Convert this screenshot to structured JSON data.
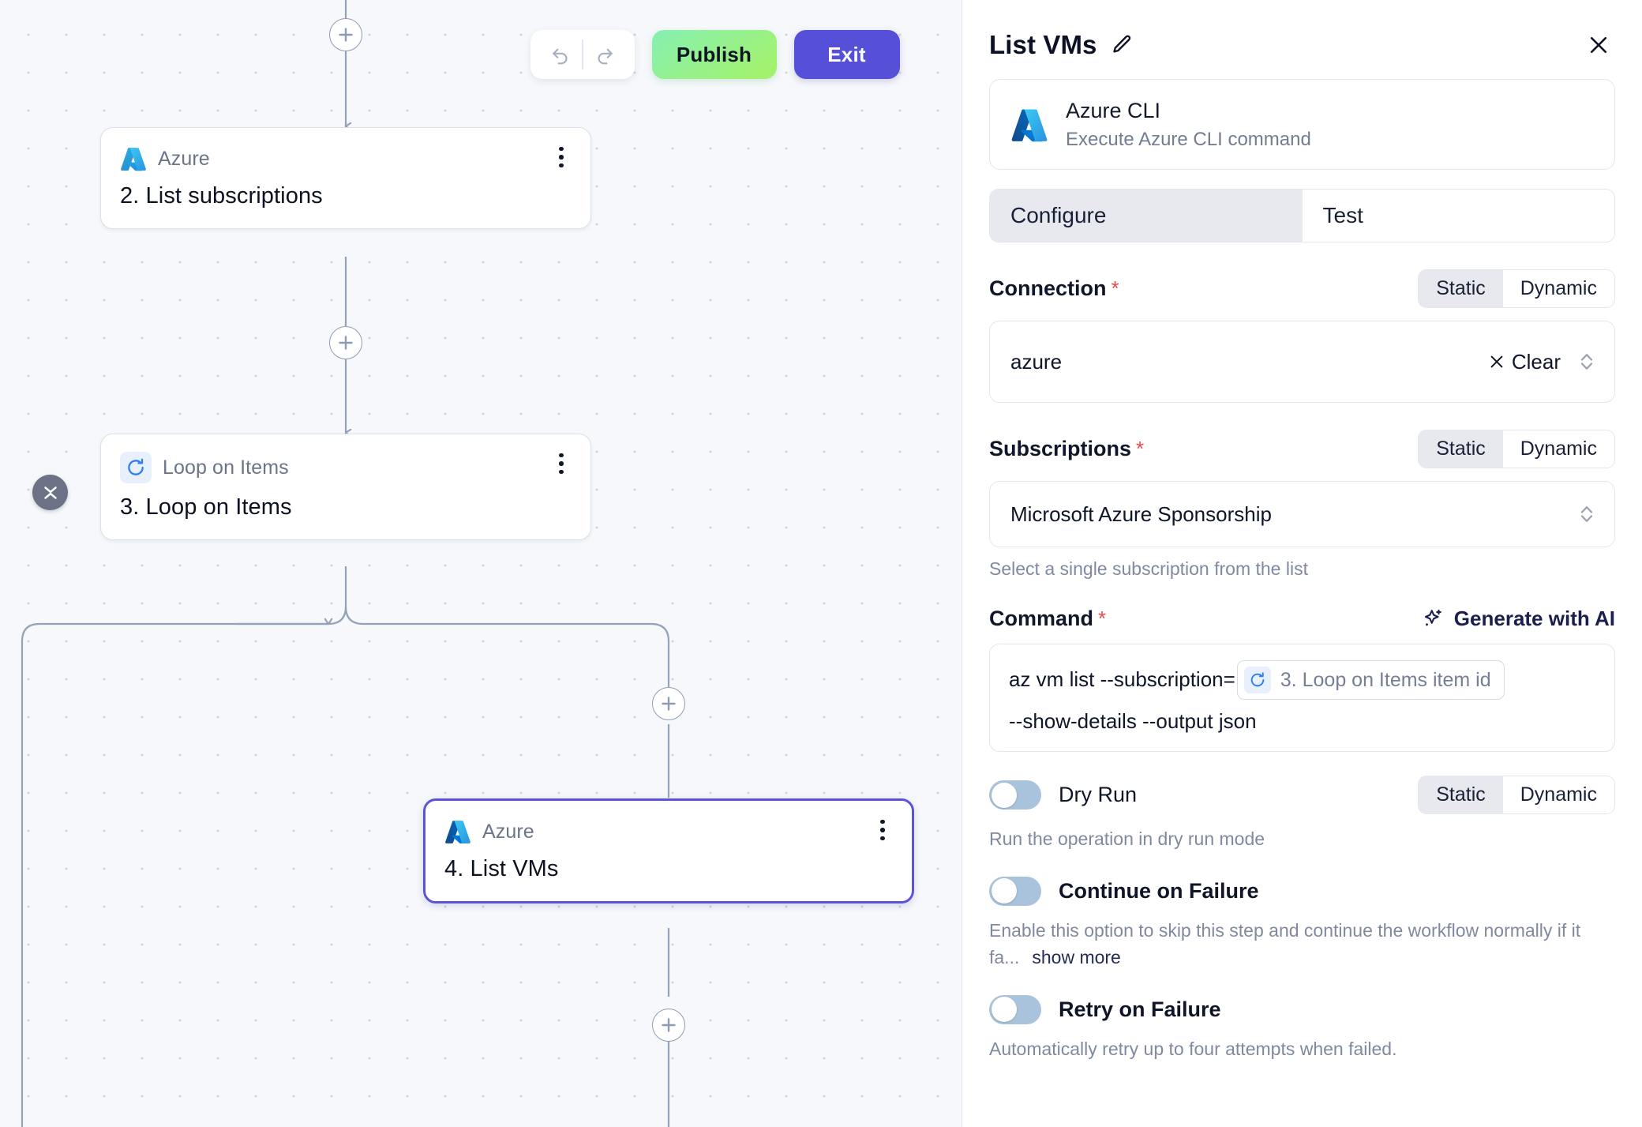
{
  "toolbar": {
    "undo_icon": "undo-icon",
    "redo_icon": "redo-icon",
    "publish_label": "Publish",
    "exit_label": "Exit"
  },
  "canvas": {
    "collapse_icon": "collapse-chevrons-icon",
    "add_icon": "plus-icon",
    "nodes": [
      {
        "brand": "Azure",
        "title": "2. List subscriptions",
        "icon": "azure-icon",
        "selected": false
      },
      {
        "brand": "Loop on Items",
        "title": "3. Loop on Items",
        "icon": "loop-icon",
        "selected": false
      },
      {
        "brand": "Azure",
        "title": "4. List VMs",
        "icon": "azure-icon",
        "selected": true
      }
    ]
  },
  "panel": {
    "title": "List VMs",
    "edit_icon": "pencil-icon",
    "close_icon": "close-icon",
    "integration": {
      "icon": "azure-icon",
      "name": "Azure CLI",
      "description": "Execute Azure CLI command"
    },
    "tabs": [
      {
        "label": "Configure",
        "active": true
      },
      {
        "label": "Test",
        "active": false
      }
    ],
    "connection": {
      "label": "Connection",
      "required": "*",
      "mode_static": "Static",
      "mode_dynamic": "Dynamic",
      "active_mode": "Static",
      "value": "azure",
      "clear_label": "Clear",
      "clear_icon": "close-icon",
      "chevron_icon": "chevron-updown-icon"
    },
    "subscriptions": {
      "label": "Subscriptions",
      "required": "*",
      "mode_static": "Static",
      "mode_dynamic": "Dynamic",
      "active_mode": "Static",
      "value": "Microsoft Azure Sponsorship",
      "helper": "Select a single subscription from the list",
      "chevron_icon": "chevron-updown-icon"
    },
    "command": {
      "label": "Command",
      "required": "*",
      "ai_label": "Generate with AI",
      "ai_icon": "sparkle-icon",
      "text_before": "az vm list --subscription=",
      "token_icon": "loop-icon",
      "token_label": "3. Loop on Items item id",
      "text_after": "--show-details --output json"
    },
    "dry_run": {
      "label": "Dry Run",
      "enabled": false,
      "mode_static": "Static",
      "mode_dynamic": "Dynamic",
      "active_mode": "Static",
      "description": "Run the operation in dry run mode"
    },
    "continue_on_failure": {
      "label": "Continue on Failure",
      "enabled": false,
      "description": "Enable this option to skip this step and continue the workflow normally if it fa...",
      "show_more": "show more"
    },
    "retry_on_failure": {
      "label": "Retry on Failure",
      "enabled": false,
      "description": "Automatically retry up to four attempts when failed."
    }
  },
  "colors": {
    "accent_purple": "#5650d8",
    "publish_green_start": "#86f0b3",
    "publish_green_end": "#a3f26f",
    "required_red": "#ec4a4a",
    "azure_blue": "#0f8ddb",
    "canvas_bg": "#f6f8fb",
    "edge_gray": "#94a3b8"
  }
}
